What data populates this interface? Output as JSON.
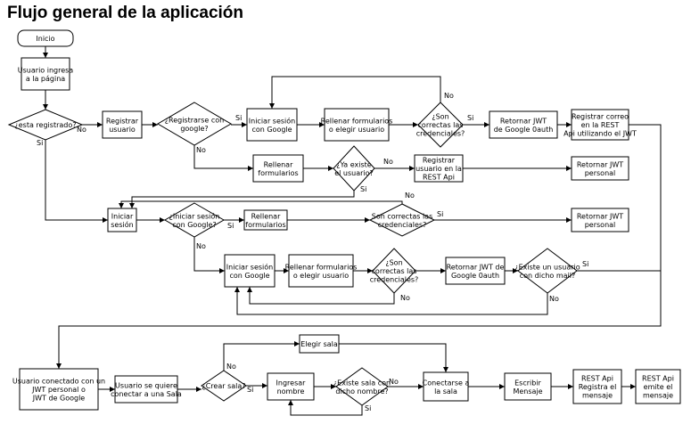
{
  "title": "Flujo general de la aplicación",
  "nodes": {
    "inicio": "Inicio",
    "usuario_ingresa": "Usuario ingresa a la página",
    "esta_registrado": "¿esta registrado?",
    "registrar_usuario": "Registrar usuario",
    "registrarse_google": "¿Registrarse con google?",
    "iniciar_sesion_google_1": "Iniciar sesión con Google",
    "rellenar_form_elegir_1": "Rellenar formularios o elegir usuario",
    "correctas_1": "¿Son correctas las credenciales?",
    "retornar_jwt_google_1": "Retornar JWT de Google 0auth",
    "registrar_correo": "Registrar correo en la REST Api utilizando el JWT",
    "rellenar_formularios_1": "Rellenar formularios",
    "ya_existe": "¿Ya existe el usuario?",
    "registrar_usuario_api": "Registrar usuario en la REST Api",
    "retornar_jwt_personal_1": "Retornar JWT personal",
    "iniciar_sesion": "Iniciar sesión",
    "iniciar_sesion_google_q": "¿Iniciar sesión con Google?",
    "rellenar_formularios_2": "Rellenar formularios",
    "correctas_2": "Son correctas las credenciales?",
    "retornar_jwt_personal_2": "Retornar JWT personal",
    "iniciar_sesion_google_2": "Iniciar sesión con Google",
    "rellenar_form_elegir_2": "Rellenar formularios o elegir usuario",
    "correctas_3": "¿Son correctas las credenciales?",
    "retornar_jwt_google_2": "Retornar JWT de Google 0auth",
    "existe_usuario_mail": "¿Existe un usuario con dicho mail?",
    "usuario_conectado": "Usuario conectado con un JWT personal o JWT de Google",
    "conectar_sala": "Usuario se quiere conectar a una Sala",
    "crear_sala": "¿Crear sala?",
    "elegir_sala": "Elegir sala",
    "ingresar_nombre": "Ingresar nombre",
    "existe_sala": "¿Existe sala con dicho nombre?",
    "conectarse_sala": "Conectarse a la sala",
    "escribir_mensaje": "Escribir Mensaje",
    "rest_registra": "REST Api Registra el mensaje",
    "rest_emite": "REST Api emite el mensaje"
  },
  "edge_labels": {
    "yes": "Si",
    "no": "No"
  }
}
